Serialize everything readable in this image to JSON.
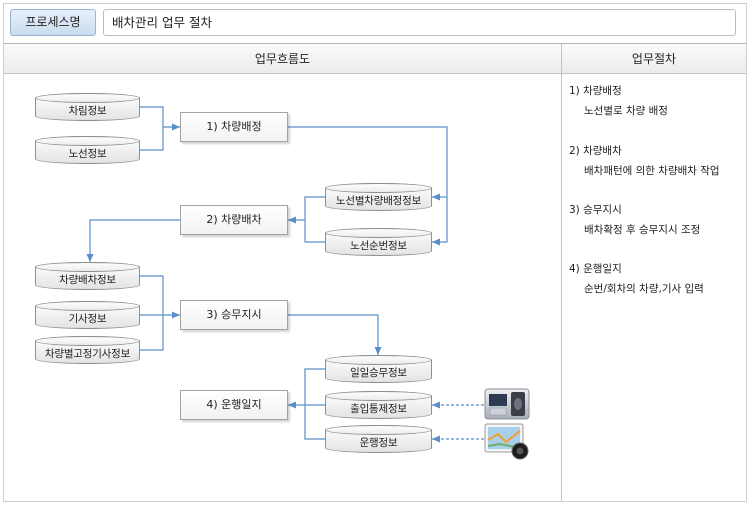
{
  "header": {
    "label": "프로세스명",
    "title": "배차관리 업무 절차"
  },
  "columns": {
    "flow": "업무흐름도",
    "procedure": "업무절차"
  },
  "flow": {
    "stores": {
      "vehicle_info": "차림정보",
      "route_info": "노선정보",
      "route_vehicle_assignment": "노선별차량배정정보",
      "route_sequence": "노선순번정보",
      "vehicle_dispatch": "차량배차정보",
      "driver_info": "기사정보",
      "vehicle_fixed_driver": "차량별고정기사정보",
      "daily_crew": "일일승무정보",
      "access_control": "출입통제정보",
      "operation": "운행정보"
    },
    "processes": [
      "1) 차량배정",
      "2) 차량배차",
      "3) 승무지시",
      "4) 운행일지"
    ],
    "device_icons": [
      "fingerprint-reader-icon",
      "gps-navigator-icon"
    ]
  },
  "procedures": [
    {
      "step": "1) 차량배정",
      "detail": "노선별로 차량 배정"
    },
    {
      "step": "2) 차량배차",
      "detail": "배차패턴에 의한 차량배차 작업"
    },
    {
      "step": "3) 승무지시",
      "detail": "배차확정 후 승무지시 조정"
    },
    {
      "step": "4) 운행일지",
      "detail": "순번/회차의 차량,기사 입력"
    }
  ],
  "colors": {
    "connector": "#5b8ec8",
    "label_fill": "#c9dbef",
    "column_header_fill": "#ebebeb"
  }
}
